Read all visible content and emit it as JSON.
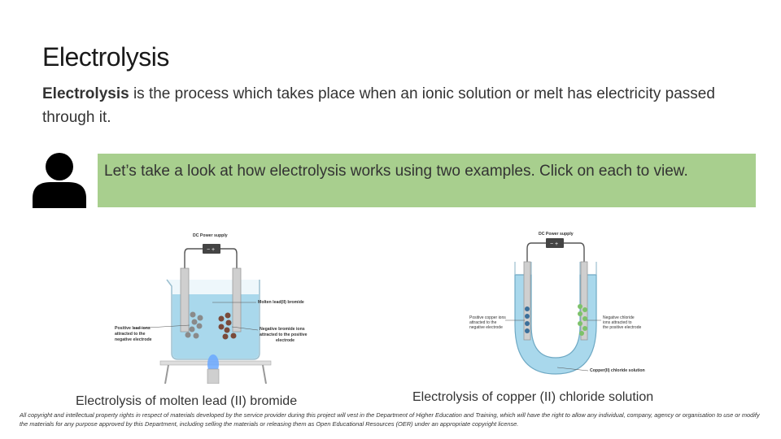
{
  "slide": {
    "title": "Electrolysis",
    "intro_bold": "Electrolysis",
    "intro_rest": " is the process which takes place when an ionic solution or melt has electricity passed through it.",
    "callout_text": "Let’s take a look at how electrolysis works using two examples. Click on each to view.",
    "colors": {
      "callout_bg": "#a8cf8e",
      "electrolyte": "#a9d8ec",
      "electrode": "#cfcfcf"
    }
  },
  "icons": {
    "person": "person-icon"
  },
  "example1": {
    "caption": "Electrolysis of molten lead (II) bromide",
    "labels": {
      "power": "DC Power supply",
      "electrolyte": "Molten lead(II) bromide",
      "positive_1": "Positive lead ions",
      "positive_2": "attracted to the",
      "positive_3": "negative electrode",
      "negative_1": "Negative bromide ions",
      "negative_2": "attracted to the positive",
      "negative_3": "electrode"
    }
  },
  "example2": {
    "caption": "Electrolysis of copper (II) chloride solution",
    "labels": {
      "power": "DC Power supply",
      "positive_1": "Positive copper ions",
      "positive_2": "attracted to the",
      "positive_3": "negative electrode",
      "negative_1": "Negative chloride",
      "negative_2": "ions attracted to",
      "negative_3": "the positive electrode",
      "solution": "Copper(II) chloride solution"
    }
  },
  "footer": {
    "text": "All copyright and intellectual property rights in respect of materials developed by the service provider during this project will vest in the Department of Higher Education and Training, which will have the right to allow any individual, company, agency or organisation to use or modify the materials for any purpose approved by this Department, including selling the materials or releasing them as Open Educational Resources (OER) under an appropriate copyright license."
  }
}
